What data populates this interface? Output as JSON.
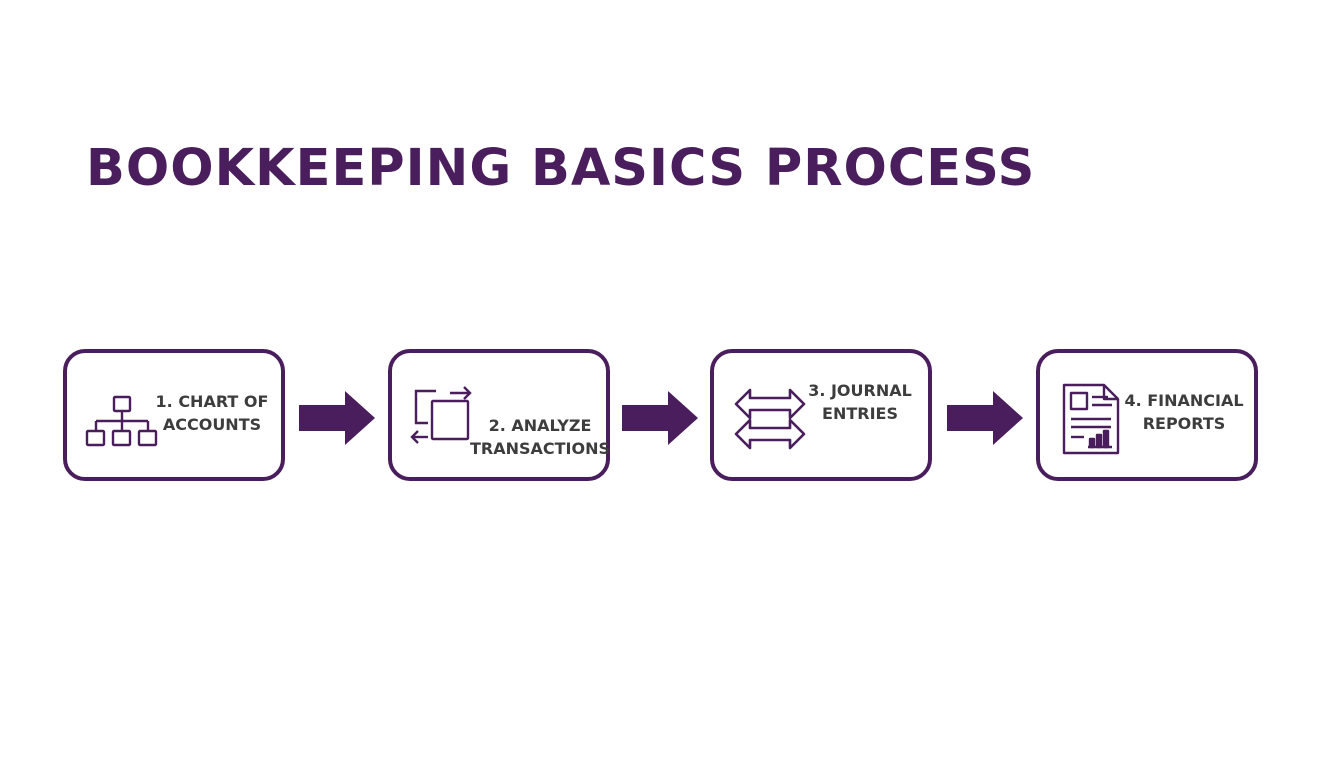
{
  "title": "BOOKKEEPING BASICS PROCESS",
  "colors": {
    "title": "#4a1d5c",
    "box_border": "#4a1d5c",
    "icon": "#4a1d5c",
    "arrow": "#4a1d5c",
    "label": "#3d3d3d",
    "background": "#ffffff"
  },
  "steps": [
    {
      "label_line1": "1. CHART OF",
      "label_line2": "ACCOUNTS",
      "icon": "hierarchy-icon"
    },
    {
      "label_line1": "2. ANALYZE",
      "label_line2": "TRANSACTIONS",
      "icon": "transfer-icon"
    },
    {
      "label_line1": "3. JOURNAL",
      "label_line2": "ENTRIES",
      "icon": "double-arrow-icon"
    },
    {
      "label_line1": "4. FINANCIAL",
      "label_line2": "REPORTS",
      "icon": "report-document-icon"
    }
  ],
  "connectors": [
    {
      "icon": "right-arrow-icon"
    },
    {
      "icon": "right-arrow-icon"
    },
    {
      "icon": "right-arrow-icon"
    }
  ]
}
